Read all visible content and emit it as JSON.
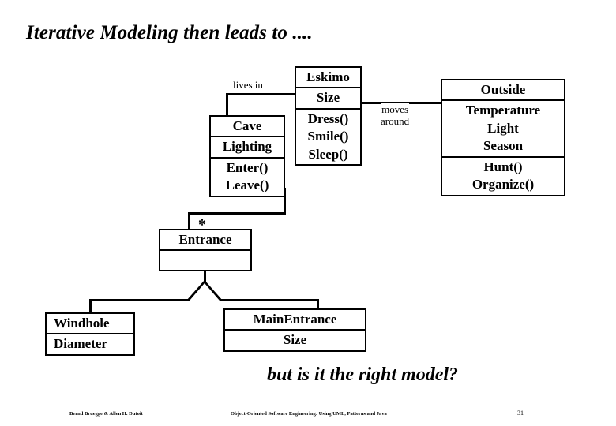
{
  "slide": {
    "title": "Iterative Modeling then leads to ....",
    "closing_question": "but is it the right model?"
  },
  "classes": {
    "eskimo": {
      "name": "Eskimo",
      "attributes": [
        "Size"
      ],
      "operations": [
        "Dress()",
        "Smile()",
        "Sleep()"
      ]
    },
    "cave": {
      "name": "Cave",
      "attributes": [
        "Lighting"
      ],
      "operations": [
        "Enter()",
        "Leave()"
      ]
    },
    "outside": {
      "name": "Outside",
      "attributes": [
        "Temperature",
        "Light",
        "Season"
      ],
      "operations": [
        "Hunt()",
        "Organize()"
      ]
    },
    "entrance": {
      "name": "Entrance",
      "attributes": [],
      "operations": []
    },
    "windhole": {
      "name": "Windhole",
      "attributes": [
        "Diameter"
      ],
      "operations": []
    },
    "mainentrance": {
      "name": "MainEntrance",
      "attributes": [
        "Size"
      ],
      "operations": []
    }
  },
  "associations": {
    "lives_in": "lives in",
    "moves_around_line1": "moves",
    "moves_around_line2": "around",
    "entrance_multiplicity": "*"
  },
  "footer": {
    "authors": "Bernd Bruegge & Allen H. Dutoit",
    "book": "Object-Oriented Software Engineering: Using UML, Patterns and Java",
    "page": "31"
  },
  "colors": {
    "ink": "#000000",
    "paper": "#ffffff"
  }
}
